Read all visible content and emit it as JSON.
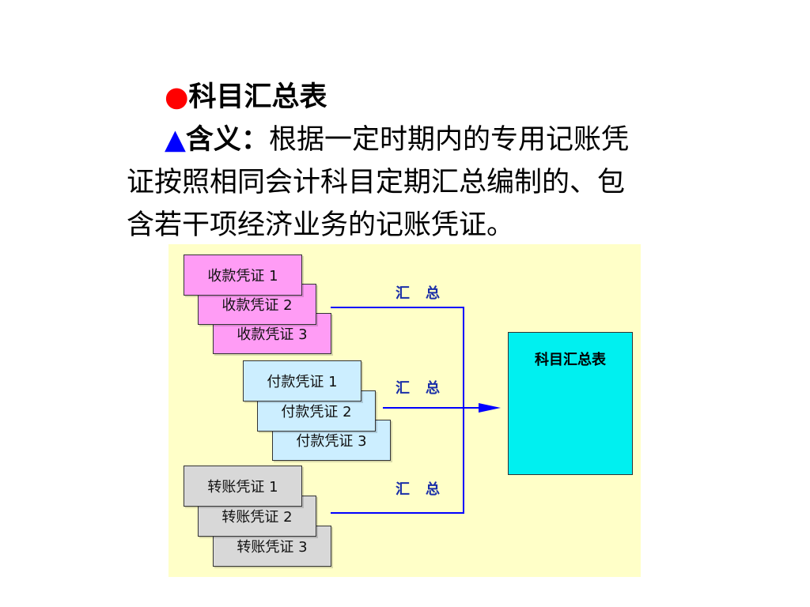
{
  "heading": {
    "bullet": "●",
    "title": "科目汇总表"
  },
  "definition": {
    "bullet": "▲",
    "term": "含义：",
    "line1": "根据一定时期内的专用记账凭",
    "line2": "证按照相同会计科目定期汇总编制的、包",
    "line3": "含若干项经济业务的记账凭证。"
  },
  "diagram": {
    "groups": [
      {
        "cards": [
          "收款凭证 1",
          "收款凭证 2",
          "收款凭证 3"
        ],
        "label": "汇总"
      },
      {
        "cards": [
          "付款凭证 1",
          "付款凭证 2",
          "付款凭证 3"
        ],
        "label": "汇总"
      },
      {
        "cards": [
          "转账凭证 1",
          "转账凭证 2",
          "转账凭证 3"
        ],
        "label": "汇总"
      }
    ],
    "target": "科目汇总表",
    "colors": {
      "background": "#ffffc8",
      "receipt": "#ff9cf5",
      "payment": "#cceeff",
      "transfer": "#d8d8d8",
      "target": "#00f0f0",
      "line": "#0000ff"
    }
  }
}
